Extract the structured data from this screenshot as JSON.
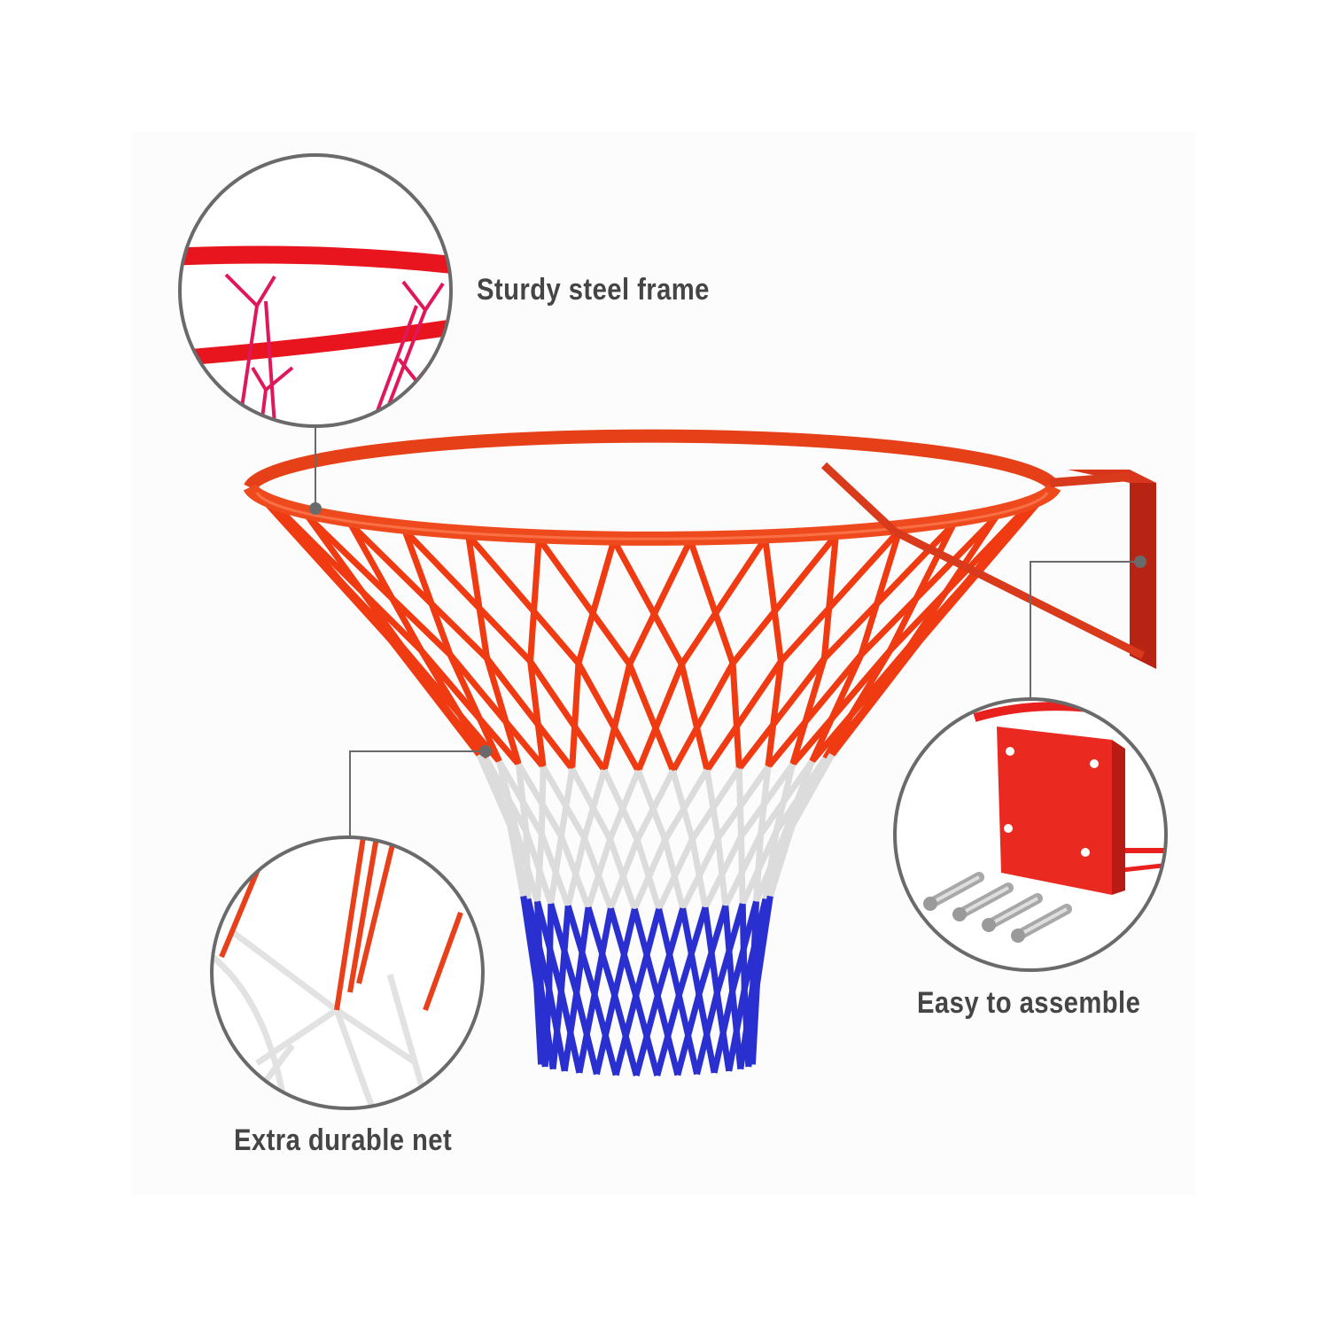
{
  "features": [
    {
      "label": "Sturdy steel frame",
      "icon": "steel-frame-closeup"
    },
    {
      "label": "Easy to assemble",
      "icon": "bracket-and-bolts-closeup"
    },
    {
      "label": "Extra durable net",
      "icon": "net-closeup"
    }
  ],
  "colors": {
    "rim": "#e8401a",
    "net_red": "#ef3a12",
    "net_white": "#f4f4f4",
    "net_blue": "#2a2fd0",
    "callout": "#6a6a6a",
    "text": "#454545"
  }
}
